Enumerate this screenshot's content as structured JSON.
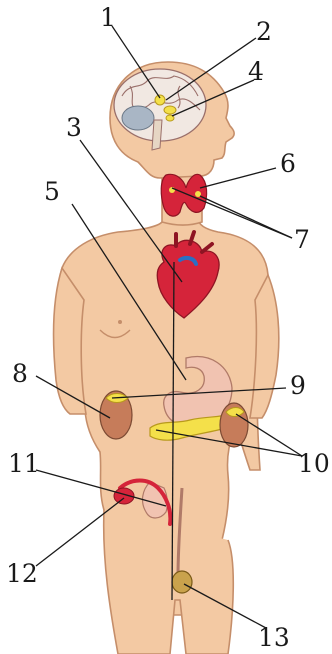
{
  "labels": {
    "l1": "1",
    "l2": "2",
    "l3": "3",
    "l4": "4",
    "l5": "5",
    "l6": "6",
    "l7": "7",
    "l8": "8",
    "l9": "9",
    "l10": "10",
    "l11": "11",
    "l12": "12",
    "l13": "13"
  },
  "colors": {
    "skin": "#f3c9a3",
    "skin_outline": "#c58e6a",
    "brain": "#f1e8e2",
    "gland_yellow": "#f4e04a",
    "organ_red": "#d5243a",
    "heart_blue": "#2b6fc4",
    "stomach": "#f1c3b1",
    "kidney": "#c67c5a",
    "leader_line": "#1a1a1a"
  }
}
